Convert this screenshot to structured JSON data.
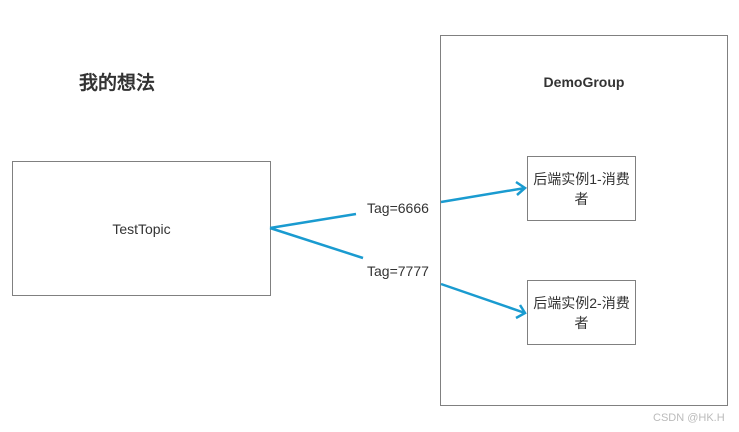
{
  "title": "我的想法",
  "topic": "TestTopic",
  "group": {
    "name": "DemoGroup",
    "consumers": [
      "后端实例1-消费者",
      "后端实例2-消费者"
    ]
  },
  "edges": [
    {
      "label": "Tag=6666",
      "to": "后端实例1-消费者"
    },
    {
      "label": "Tag=7777",
      "to": "后端实例2-消费者"
    }
  ],
  "watermark": "CSDN @HK.H",
  "colors": {
    "arrow": "#1a9bd0",
    "border": "#808080"
  }
}
